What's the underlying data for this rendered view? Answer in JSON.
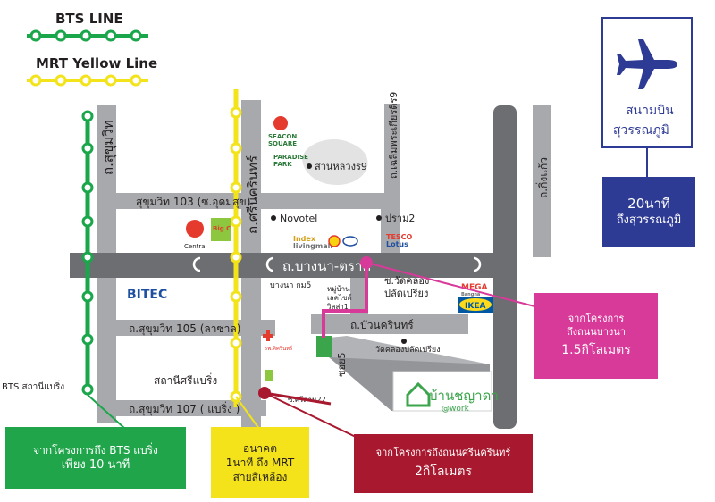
{
  "legend": {
    "bts_title": "BTS LINE",
    "mrt_title": "MRT Yellow Line"
  },
  "roads": {
    "sukhumvit": "ถ.สุขุมวิท",
    "srinakarin": "ถ.ศรีนครินทร์",
    "bangna_trad": "ถ.บางนา-ตราด",
    "soi_103": "สุขุมวิท 103 (ซ.อุดมสุข)",
    "soi_105": "ถ.สุขุมวิท 105 (ลาซาล)",
    "soi_107": "ถ.สุขุมวิท 107 ( แบริ่ง )",
    "chaloem_phra": "ถ.เฉลิมพระเกียรติร9",
    "king_kaeo": "ถ.กิ่งแก้ว",
    "bua_khrin": "ถ.บัวนครินทร์",
    "soi_khlong": "ซ.วัดคลอง\nปลัดเปรียง",
    "soi_4": "ซอย5",
    "soi_srinakarin22": "ซ.ศรีด่าน22"
  },
  "places": {
    "seacon_square": "SEACON\nSQUARE",
    "paradise_park": "PARADISE\nPARK",
    "suan_luang": "สวนหลวงร9",
    "novotel": "Novotel",
    "bang_na_kor": "ปราม2",
    "index": "Index\nlivingmall",
    "tesco": "TESCO\nLotus",
    "central": "Central",
    "big_c": "Big C",
    "bitec": "BITEC",
    "bang_na_km5": "บางนา กม5",
    "village": "หมู่บ้าน\nเลคไซด์\nวิลล่า1",
    "mega": "MEGA\nBangna",
    "ikea": "IKEA",
    "wat_khlong": "วัดคลองปลัดเปรียง",
    "hospital": "รพ.ศิครินทร์",
    "srinakarin_station": "สถานีศรีแบริ่ง",
    "bts_bearing": "BTS สถานีแบริ่ง",
    "project_name": "บ้านชญาดา",
    "project_sub": "@work"
  },
  "airport": {
    "name_line1": "สนามบิน",
    "name_line2": "สุวรรณภูมิ",
    "icon": "airplane-icon"
  },
  "callouts": {
    "airport_time": {
      "line1": "20นาที",
      "line2": "ถึงสุวรรณภูมิ",
      "color": "#2e3b95"
    },
    "bangna": {
      "line1": "จากโครงการ",
      "line2": "ถึงถนนบางนา",
      "line3": "1.5กิโลเมตร",
      "color": "#d83a9a"
    },
    "bts": {
      "line1": "จากโครงการถึง BTS แบริ่ง",
      "line2": "เพียง 10 นาที",
      "color": "#20a54a"
    },
    "mrt": {
      "line1": "อนาคต",
      "line2": "1นาที ถึง MRT",
      "line3": "สายสีเหลือง",
      "color": "#f4e21b"
    },
    "srinakarin": {
      "line1": "จากโครงการถึงถนนศรีนครินทร์",
      "line2": "2กิโลเมตร",
      "color": "#a8182e"
    }
  },
  "colors": {
    "bts_line": "#1aa64a",
    "mrt_line": "#f3e31a",
    "road": "#a8a9ac",
    "road_dark": "#6d6e71",
    "project_green": "#3aa54a"
  }
}
